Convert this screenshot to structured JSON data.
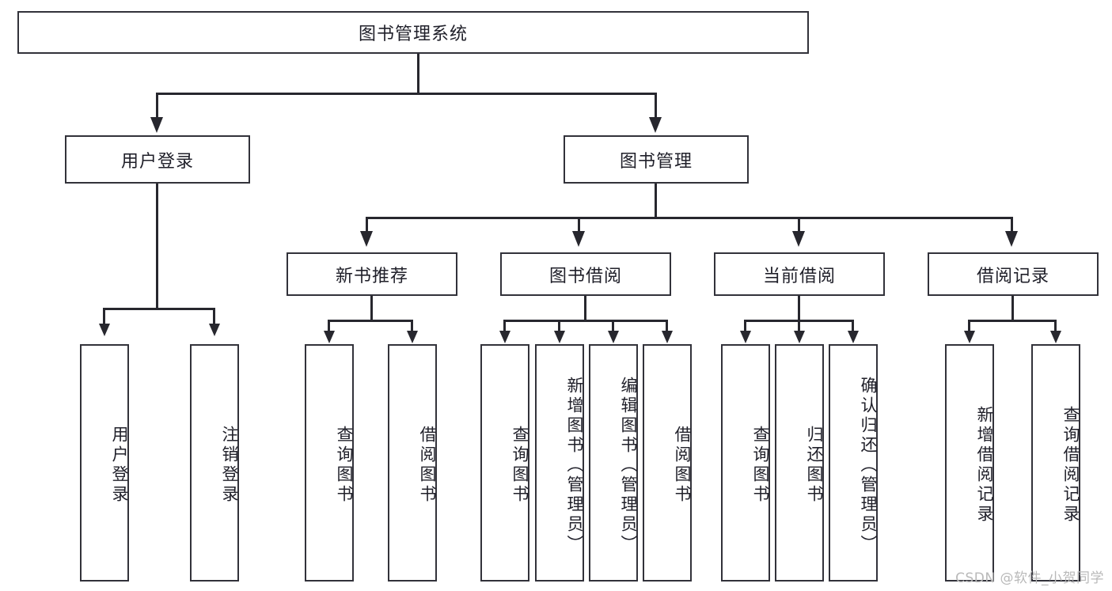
{
  "diagram": {
    "title": "图书管理系统",
    "type": "hierarchy-tree",
    "root": {
      "label": "图书管理系统"
    },
    "level2": [
      {
        "label": "用户登录"
      },
      {
        "label": "图书管理"
      }
    ],
    "level3": [
      {
        "label": "新书推荐"
      },
      {
        "label": "图书借阅"
      },
      {
        "label": "当前借阅"
      },
      {
        "label": "借阅记录"
      }
    ],
    "leaves": {
      "user_login": [
        {
          "label": "用户登录"
        },
        {
          "label": "注销登录"
        }
      ],
      "new_book_recommend": [
        {
          "label": "查询图书"
        },
        {
          "label": "借阅图书"
        }
      ],
      "book_borrow": [
        {
          "label": "查询图书"
        },
        {
          "label": "新增图书（管理员）"
        },
        {
          "label": "编辑图书（管理员）"
        },
        {
          "label": "借阅图书"
        }
      ],
      "current_borrow": [
        {
          "label": "查询图书"
        },
        {
          "label": "归还图书"
        },
        {
          "label": "确认归还（管理员）"
        }
      ],
      "borrow_record": [
        {
          "label": "新增借阅记录"
        },
        {
          "label": "查询借阅记录"
        }
      ]
    }
  },
  "watermark": {
    "text": "CSDN @软件_小贺同学"
  },
  "colors": {
    "stroke": "#32323a",
    "text": "#20202a",
    "background": "#ffffff",
    "watermark": "#b9b9b9"
  }
}
